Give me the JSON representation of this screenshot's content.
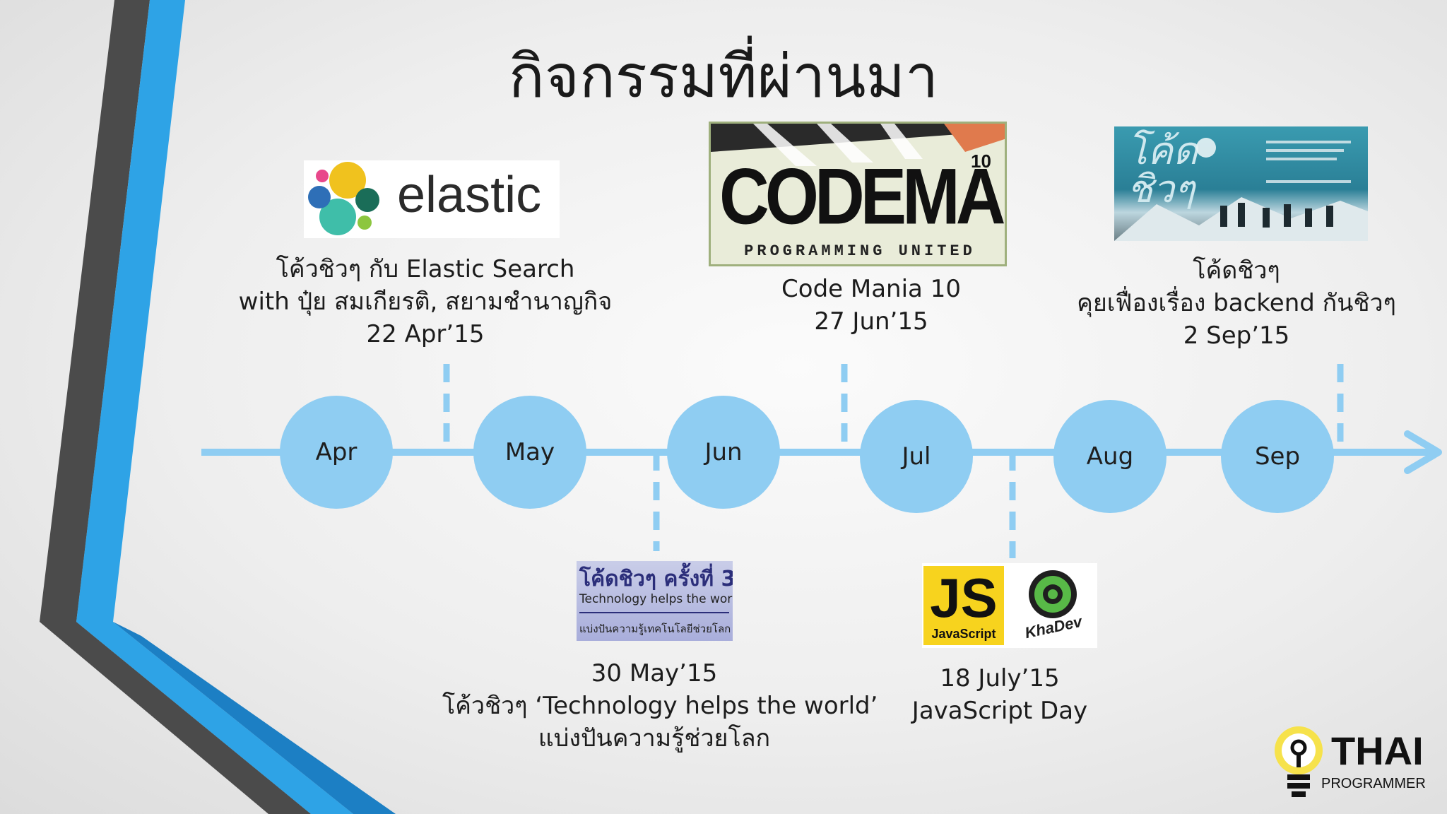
{
  "title": "กิจกรรมที่ผ่านมา",
  "timeline": {
    "months": [
      "Apr",
      "May",
      "Jun",
      "Jul",
      "Aug",
      "Sep"
    ]
  },
  "events": {
    "elastic": {
      "logo_text": "elastic",
      "lines": [
        "โค้วชิวๆ กับ Elastic Search",
        "with ปุ๋ย สมเกียรติ, สยามชำนาญกิจ",
        "22 Apr’15"
      ]
    },
    "codemania": {
      "logo_text": "CODEMANIA",
      "logo_number": "10",
      "logo_subtitle": "PROGRAMMING UNITED",
      "lines": [
        "Code Mania 10",
        "27 Jun’15"
      ]
    },
    "codechiw_sep": {
      "logo_text": "โค้ด ชิวๆ",
      "lines": [
        "โค้ดชิวๆ",
        "คุยเฟื่องเรื่อง backend กันชิวๆ",
        "2 Sep’15"
      ]
    },
    "technology": {
      "logo_line1": "โค้ดชิวๆ ครั้งที่ 3",
      "logo_line2": "Technology helps the world",
      "logo_line3": "แบ่งปันความรู้เทคโนโลยีช่วยโลก",
      "lines": [
        "30 May’15",
        "โค้วชิวๆ ‘Technology helps the world’",
        "แบ่งปันความรู้ช่วยโลก"
      ]
    },
    "javascript": {
      "js_text": "JS",
      "js_subtitle": "JavaScript",
      "khadev_text": "KhaDev",
      "lines": [
        "18 July’15",
        "JavaScript Day"
      ]
    }
  },
  "brand": {
    "name": "THAI",
    "subtitle": "PROGRAMMER"
  },
  "colors": {
    "timeline": "#8fcdf2",
    "accent_blue": "#2a9ae0",
    "dark_stripe": "#4a4a4a"
  }
}
